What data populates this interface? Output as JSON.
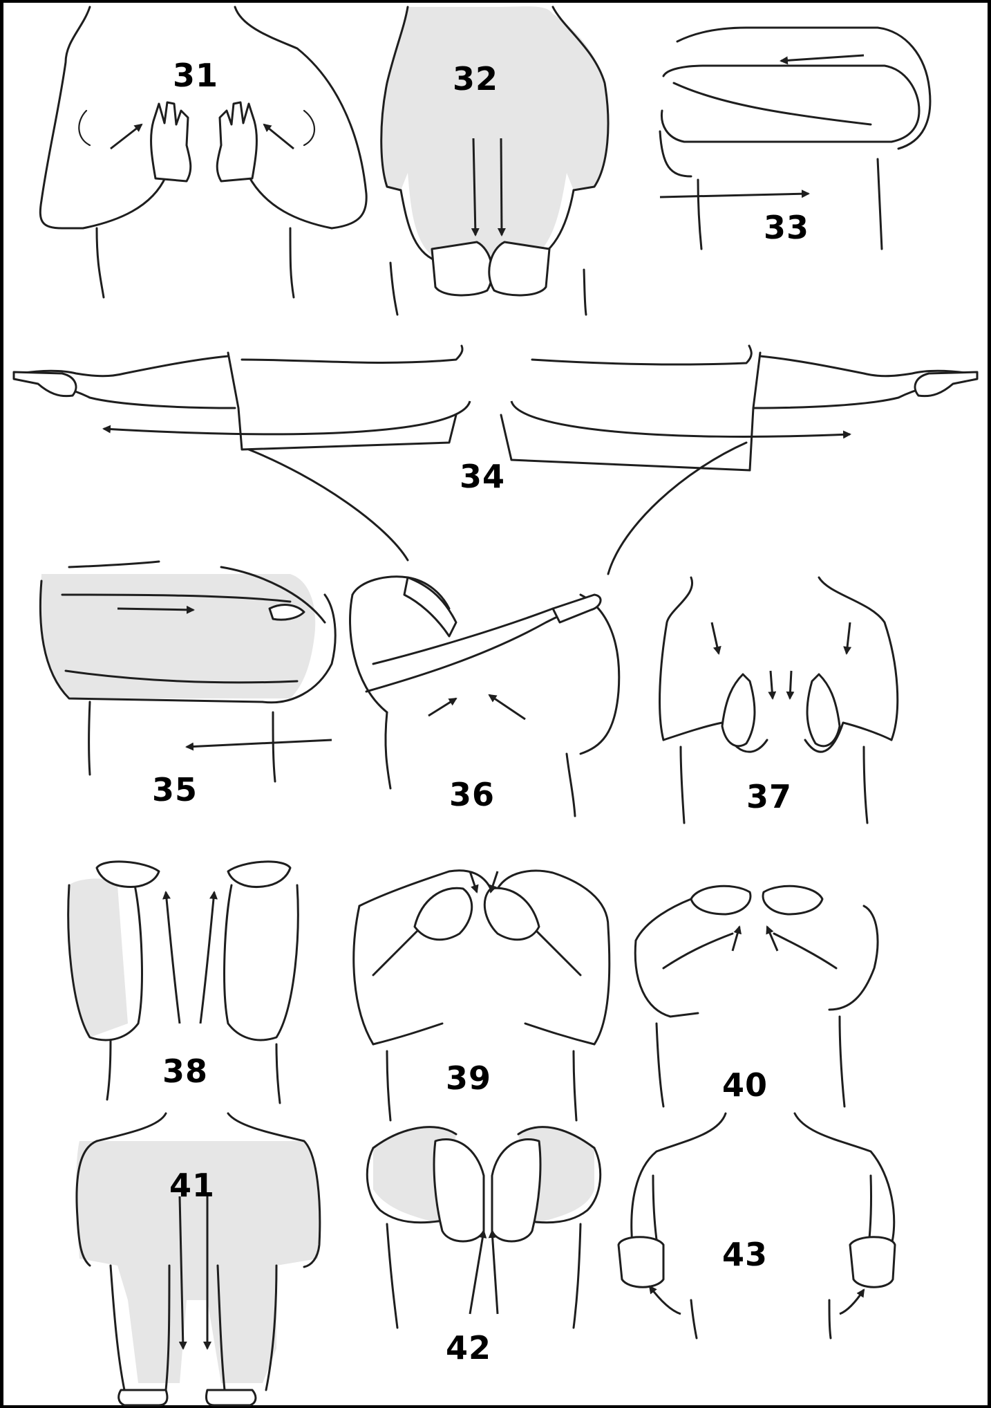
{
  "figure_labels": [
    "31",
    "32",
    "33",
    "34",
    "35",
    "36",
    "37",
    "38",
    "39",
    "40",
    "41",
    "42",
    "43"
  ]
}
